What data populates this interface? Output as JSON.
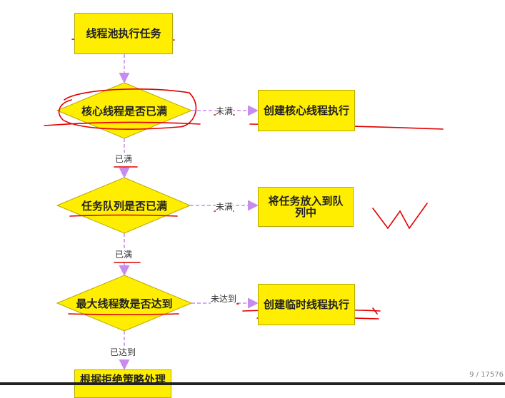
{
  "nodes": {
    "start": "线程池执行任务",
    "core_full": "核心线程是否已满",
    "create_core": "创建核心线程执行",
    "queue_full": "任务队列是否已满",
    "enqueue": "将任务放入到队列中",
    "max_reached": "最大线程数是否达到",
    "create_temp": "创建临时线程执行",
    "reject": "根据拒绝策略处理"
  },
  "edges": {
    "core_no": "未满",
    "core_yes": "已满",
    "queue_no": "未满",
    "queue_yes": "已满",
    "max_no": "未达到",
    "max_yes": "已达到"
  },
  "page_counter": "9 / 17576",
  "colors": {
    "box_fill": "#ffee00",
    "box_border": "#b8a800",
    "arrow": "#c88cf0",
    "annotation": "#e00000"
  }
}
